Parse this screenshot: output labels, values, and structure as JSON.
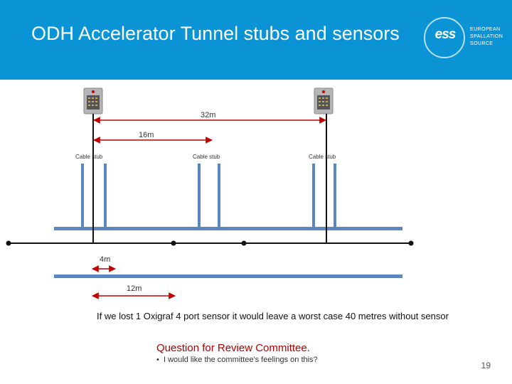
{
  "slide": {
    "title": "ODH Accelerator Tunnel stubs and sensors",
    "page_number": "19"
  },
  "logo": {
    "mark": "ess",
    "lines": [
      "EUROPEAN",
      "SPALLATION",
      "SOURCE"
    ]
  },
  "diagram": {
    "distance_labels": {
      "span_32m": "32m",
      "span_16m": "16m",
      "span_4m": "4m",
      "span_12m": "12m"
    },
    "stub_labels": [
      "Cable stub",
      "Cable stub",
      "Cable stub"
    ]
  },
  "note": "If we lost 1 Oxigraf 4 port sensor it would leave a worst case 40 metres without sensor",
  "question": {
    "heading": "Question for Review Committee.",
    "bullet": "I would like the committee's feelings on this?"
  },
  "colors": {
    "header_blue": "#0a94d6",
    "pipe_blue": "#5b86c0",
    "accent_red": "#c00000"
  }
}
